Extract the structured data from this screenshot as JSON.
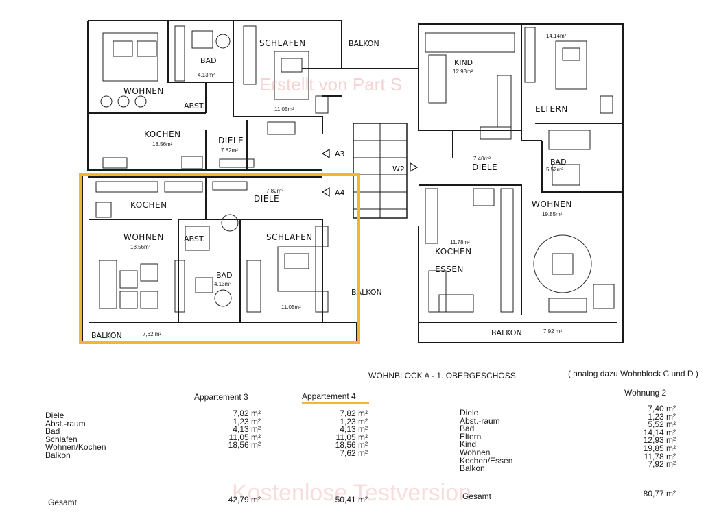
{
  "plan": {
    "rooms": {
      "wohnen_a3": "WOHNEN",
      "schlafen_a3": "SCHLAFEN",
      "schlafen_a3_area": "11.05m²",
      "bad_a3": "BAD",
      "bad_a3_area": "4.13m²",
      "abst_a3": "ABST.",
      "kochen_a3": "KOCHEN",
      "kochen_a3_area": "18.56m²",
      "diele_a3": "DIELE",
      "diele_a3_area": "7.82m²",
      "balkon_top": "BALKON",
      "kind": "KIND",
      "kind_area": "12.93m²",
      "eltern": "ELTERN",
      "eltern_area": "14.14m²",
      "diele_w2": "DIELE",
      "diele_w2_area": "7.40m²",
      "bad_w2": "BAD",
      "bad_w2_area": "5.52m²",
      "wohnen_w2": "WOHNEN",
      "wohnen_w2_area": "19.85m²",
      "kochen_w2": "KOCHEN",
      "essen_w2": "ESSEN",
      "kochen_w2_area": "11.78m²",
      "kochen_a4": "KOCHEN",
      "diele_a4": "DIELE",
      "diele_a4_area": "7.82m²",
      "wohnen_a4": "WOHNEN",
      "wohnen_a4_area": "18.56m²",
      "abst_a4": "ABST.",
      "schlafen_a4": "SCHLAFEN",
      "bad_a4": "BAD",
      "bad_a4_area": "4.13m²",
      "schlafen_a4_area": "11.05m²",
      "balkon_mid": "BALKON",
      "balkon_a4": "BALKON",
      "balkon_a4_area": "7,62 m²",
      "balkon_w2": "BALKON",
      "balkon_w2_area": "7,92 m²",
      "marker_a3": "A3",
      "marker_a4": "A4",
      "marker_w2": "W2"
    },
    "watermark_top": "Erstellt von Part S",
    "watermark_bottom": "Kostenlose Testversion",
    "highlight_color": "#f2b635"
  },
  "caption": {
    "title": "WOHNBLOCK A - 1. OBERGESCHOSS",
    "note": "( analog dazu Wohnblock C und D )"
  },
  "table_left": {
    "header_a3": "Appartement 3",
    "header_a4": "Appartement 4",
    "labels": [
      "Diele",
      "Abst.-raum",
      "Bad",
      "Schlafen",
      "Wohnen/Kochen",
      "Balkon"
    ],
    "a3_values": [
      "7,82 m²",
      "1,23 m²",
      "4,13 m²",
      "11,05 m²",
      "18,56 m²"
    ],
    "a4_values": [
      "7,82 m²",
      "1,23 m²",
      "4,13 m²",
      "11,05 m²",
      "18,56 m²",
      "7,62 m²"
    ],
    "total_label": "Gesamt",
    "total_a3": "42,79 m²",
    "total_a4": "50,41 m²"
  },
  "table_right": {
    "header": "Wohnung 2",
    "labels": [
      "Diele",
      "Abst.-raum",
      "Bad",
      "Eltern",
      "Kind",
      "Wohnen",
      "Kochen/Essen",
      "Balkon"
    ],
    "values": [
      "7,40 m²",
      "1,23 m²",
      "5,52 m²",
      "14,14 m²",
      "12,93 m²",
      "19,85 m²",
      "11,78 m²",
      "7,92 m²"
    ],
    "total_label": "Gesamt",
    "total": "80,77 m²"
  }
}
